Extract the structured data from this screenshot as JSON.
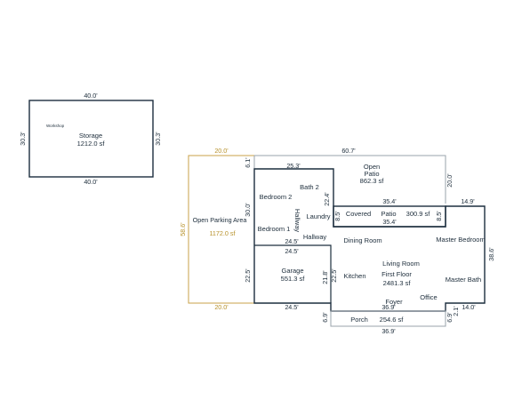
{
  "colors": {
    "wall": "#1c2e3e",
    "outline_gray": "#9aa3ab",
    "parking": "#c9a24a",
    "parking_text": "#b8922c",
    "text": "#20303e"
  },
  "storage": {
    "small_label": "Workshop",
    "name": "Storage",
    "area": "1212.0 sf",
    "dims": {
      "top": "40.0'",
      "bottom": "40.0'",
      "left": "30.3'",
      "right": "30.3'"
    }
  },
  "parking": {
    "name": "Open Parking Area",
    "area": "1172.0 sf",
    "dims": {
      "top": "20.0'",
      "bottom": "20.0'",
      "left": "58.6'"
    }
  },
  "open_patio": {
    "line1": "Open",
    "line2": "Patio",
    "area": "862.3 sf",
    "dims": {
      "top": "60.7'",
      "right": "20.0'",
      "bottom": "35.4'"
    }
  },
  "covered_patio": {
    "left_label": "Covered",
    "right_label": "Patio",
    "area": "300.9 sf",
    "dims": {
      "left": "8.5'",
      "right": "8.5'",
      "bottom": "35.4'"
    }
  },
  "house_rooms": {
    "bedroom2": "Bedroom 2",
    "bath2": "Bath 2",
    "laundry": "Laundry",
    "hallway_vertical": "Hallway",
    "bedroom1": "Bedroom 1",
    "hallway": "Hallway",
    "dining_room": "Dining Room",
    "master_bedroom": "Master Bedroom",
    "living_room": "Living Room",
    "first_floor": "First Floor",
    "first_floor_area": "2481.3 sf",
    "kitchen": "Kitchen",
    "master_bath": "Master Bath",
    "office": "Office",
    "foyer": "Foyer"
  },
  "house_dims": {
    "top_step": "6.1'",
    "bedroom_top": "25.3'",
    "bath_side": "22.4'",
    "bedroom_side": "30.0'",
    "master_top": "14.9'",
    "east_side": "38.6'",
    "hall_width_upper": "24.5'",
    "hall_width_lower": "24.5'",
    "east_bottom": "14.0'",
    "porch_top": "36.9'",
    "porch_left": "6.9'",
    "porch_right": "6.9'",
    "office_step": "2.1'"
  },
  "garage": {
    "name": "Garage",
    "area": "551.3 sf",
    "dims": {
      "left": "22.5'",
      "right": "21.8'",
      "kitchen_side": "22.5'",
      "bottom": "24.5'"
    }
  },
  "porch": {
    "name": "Porch",
    "area": "254.6 sf",
    "dims": {
      "bottom": "36.9'"
    }
  }
}
